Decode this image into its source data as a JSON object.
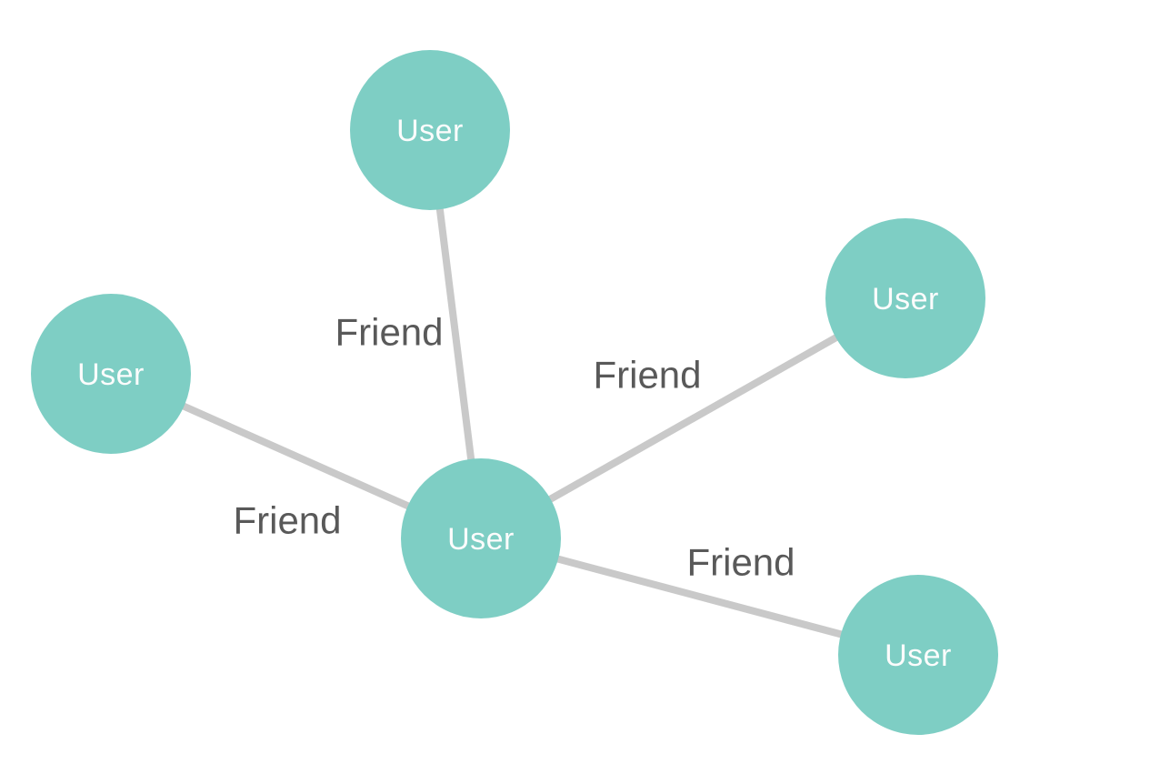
{
  "graph": {
    "style": {
      "background": "#ffffff",
      "node_fill": "#7ECEC4",
      "node_label_color": "#FCFCFC",
      "edge_color": "#C9C9C9",
      "edge_label_color": "#595959"
    },
    "nodes": [
      {
        "id": "user-center",
        "label": "User"
      },
      {
        "id": "user-top",
        "label": "User"
      },
      {
        "id": "user-left",
        "label": "User"
      },
      {
        "id": "user-right-upper",
        "label": "User"
      },
      {
        "id": "user-right-lower",
        "label": "User"
      }
    ],
    "edges": [
      {
        "from": "user-center",
        "to": "user-top",
        "label": "Friend"
      },
      {
        "from": "user-center",
        "to": "user-left",
        "label": "Friend"
      },
      {
        "from": "user-center",
        "to": "user-right-upper",
        "label": "Friend"
      },
      {
        "from": "user-center",
        "to": "user-right-lower",
        "label": "Friend"
      }
    ]
  }
}
